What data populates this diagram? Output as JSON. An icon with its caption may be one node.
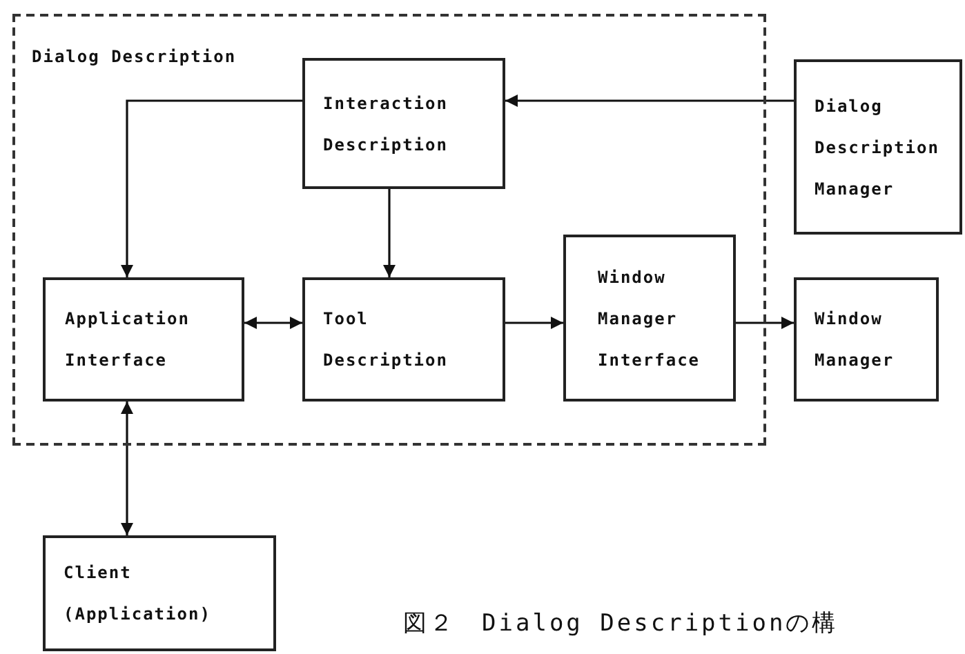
{
  "diagram": {
    "caption": "図２　Dialog Descriptionの構",
    "nodes": [
      {
        "text": [
          "Dialog Description"
        ]
      },
      {
        "text": [
          "Interaction Description"
        ],
        "in": 0
      },
      {
        "text": [
          "Application Interface"
        ],
        "in": 0
      },
      {
        "text": [
          "Tool Description"
        ],
        "in": 0
      },
      {
        "text": [
          "Window Manager Interface"
        ],
        "in": 0
      },
      {
        "text": [
          "Dialog Description Manager"
        ]
      },
      {
        "text": [
          "Window Manager"
        ]
      },
      {
        "text": [
          "Client (Application)"
        ]
      }
    ],
    "edges": [
      {
        "from": 5,
        "to": 1,
        "arrow": "to"
      },
      {
        "from": 1,
        "to": 2,
        "arrow": "to"
      },
      {
        "from": 1,
        "to": 3,
        "arrow": "to"
      },
      {
        "from": 2,
        "to": 3,
        "arrow": "both"
      },
      {
        "from": 3,
        "to": 4,
        "arrow": "to"
      },
      {
        "from": 4,
        "to": 6,
        "arrow": "to"
      },
      {
        "from": 2,
        "to": 7,
        "arrow": "both"
      }
    ]
  }
}
